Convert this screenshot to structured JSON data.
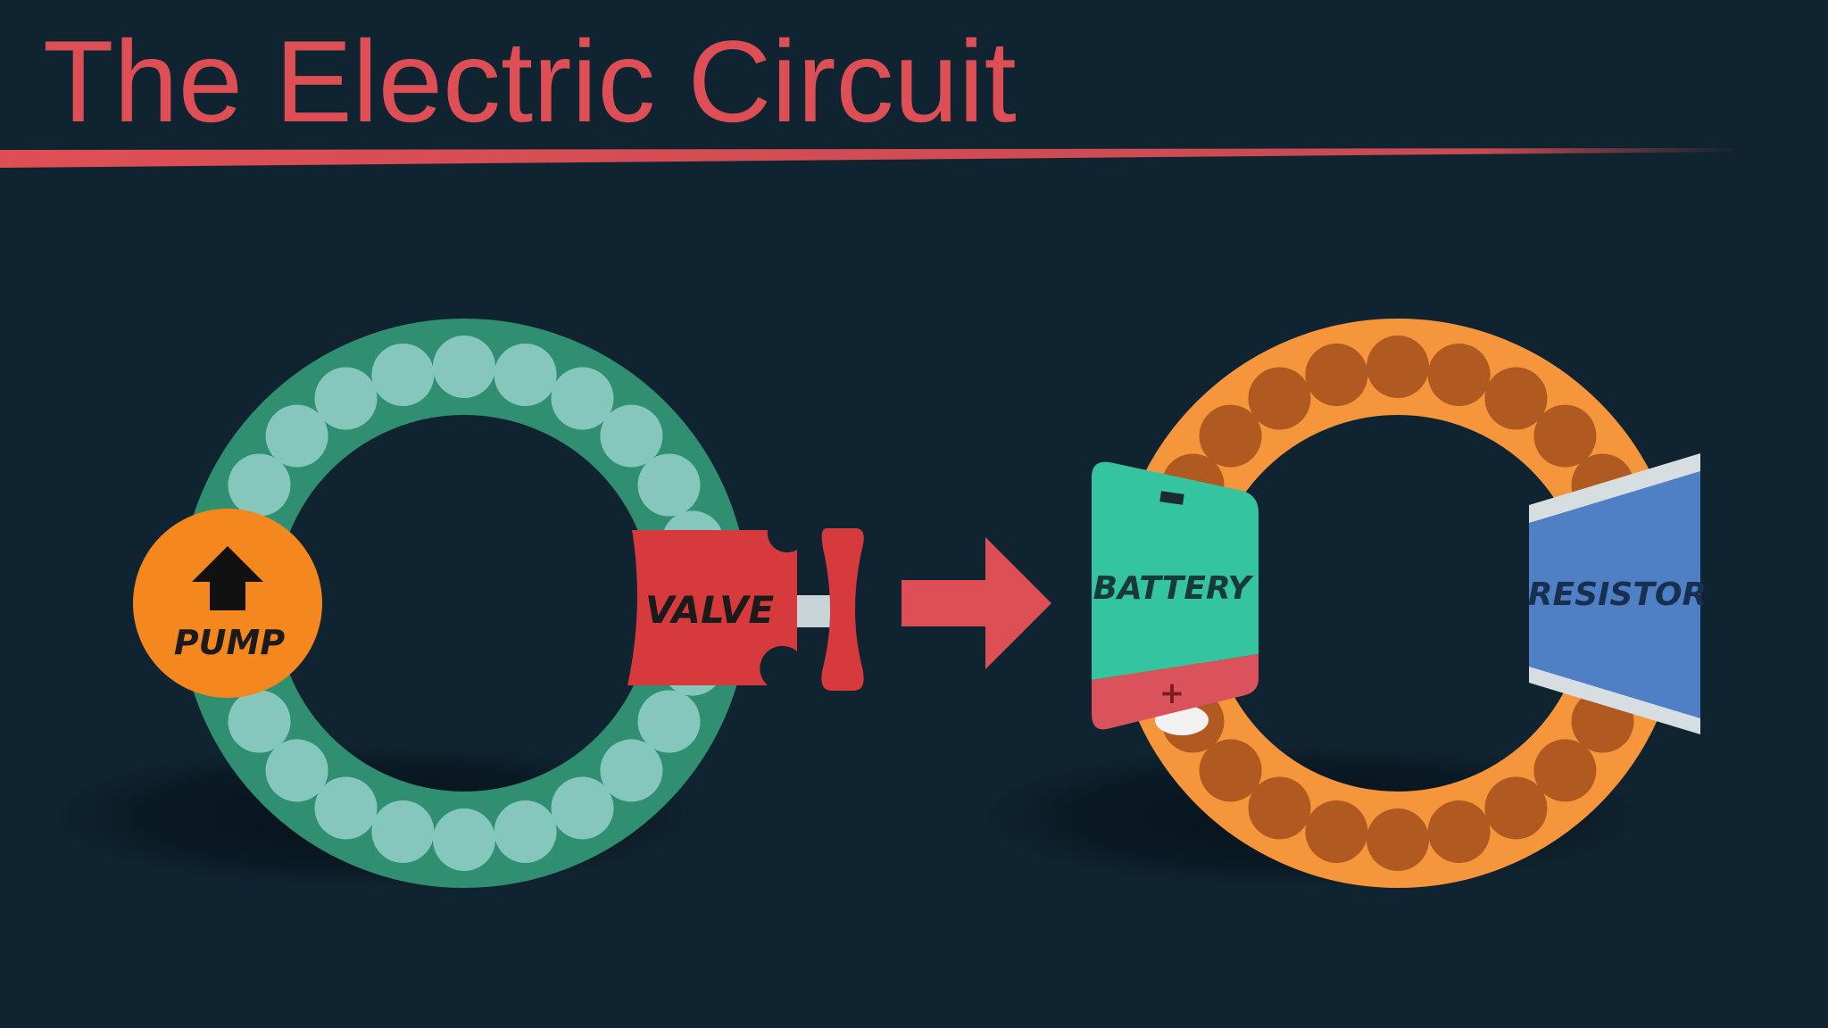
{
  "title": "The Electric Circuit",
  "colors": {
    "background": "#0f2430",
    "accent": "#de4f55",
    "water_ring": "#2f8f70",
    "water_particle": "#86c7bd",
    "pump": "#f5871f",
    "valve": "#d63a3d",
    "valve_pipe": "#c9d4d8",
    "electric_ring": "#f6963c",
    "electron": "#b05a22",
    "battery_top": "#34c4a0",
    "battery_bottom": "#d9525c",
    "resistor": "#4f7fc4",
    "resistor_plate": "#d7dee2"
  },
  "water_circuit": {
    "pump": {
      "label": "PUMP",
      "icon": "up-arrow-icon"
    },
    "valve": {
      "label": "VALVE"
    }
  },
  "arrow": {
    "icon": "right-arrow-icon"
  },
  "electric_circuit": {
    "battery": {
      "label": "BATTERY",
      "positive_symbol": "+"
    },
    "resistor": {
      "label": "RESISTOR"
    }
  }
}
